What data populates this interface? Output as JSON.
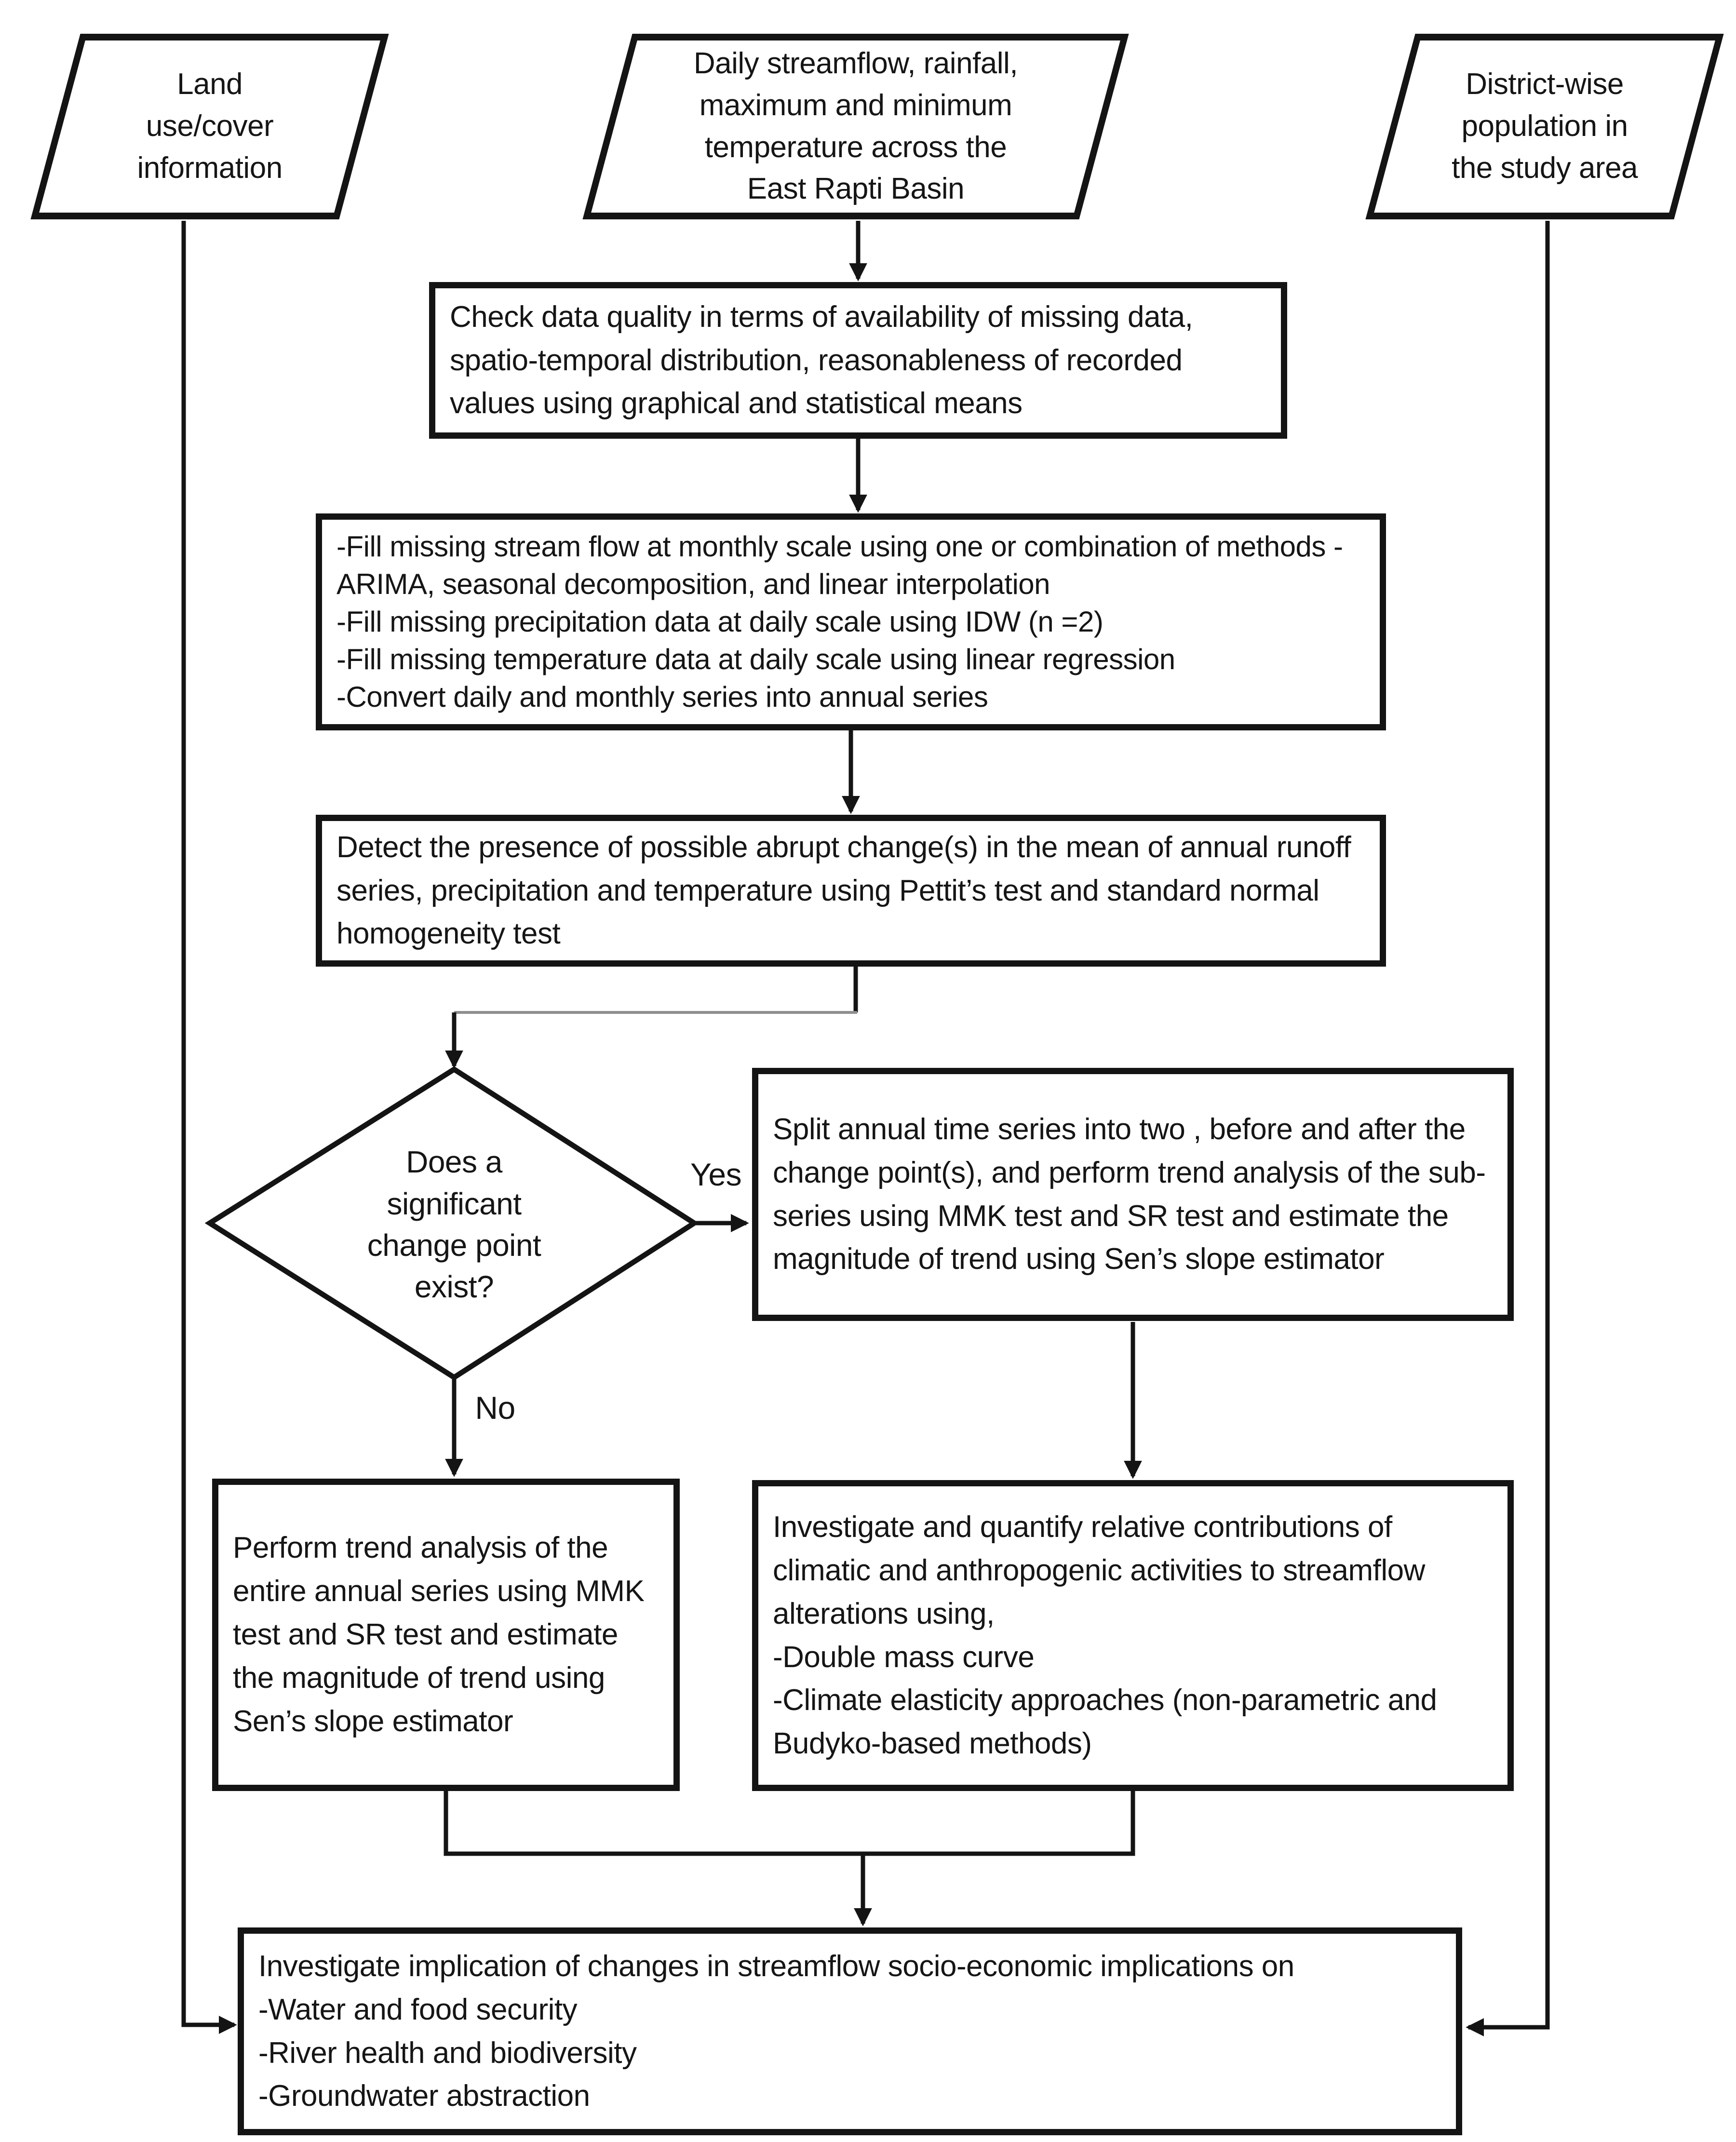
{
  "diagram": {
    "inputs": {
      "land_use": [
        "Land",
        "use/cover",
        "information"
      ],
      "climate_data": [
        "Daily streamflow, rainfall,",
        "maximum and minimum",
        "temperature across the",
        "East Rapti Basin"
      ],
      "population": [
        "District-wise",
        "population in",
        "the study area"
      ]
    },
    "steps": {
      "quality_check": "Check data quality in terms of availability of missing data, spatio-temporal distribution, reasonableness of recorded values using graphical and statistical means",
      "gap_filling": [
        "-Fill missing stream flow at monthly scale using one or combination of methods - ARIMA, seasonal decomposition, and linear interpolation",
        "-Fill missing precipitation data at daily scale using IDW (n =2)",
        "-Fill missing temperature data at daily scale using linear regression",
        "-Convert daily and monthly series into annual series"
      ],
      "change_detection": "Detect the presence of possible abrupt change(s) in the mean of annual runoff series, precipitation and temperature using Pettit’s test and standard normal homogeneity test"
    },
    "decision": {
      "question": [
        "Does a",
        "significant",
        "change point",
        "exist?"
      ],
      "yes_label": "Yes",
      "no_label": "No"
    },
    "branches": {
      "split_series": "Split annual time series into two , before and after the change point(s), and perform trend analysis of the sub-series using MMK test and SR test and estimate the magnitude of trend using Sen’s slope estimator",
      "trend_full_series": "Perform trend analysis of the entire annual series using MMK test and SR test and estimate the magnitude of trend using Sen’s slope estimator",
      "attribution": [
        "Investigate and quantify relative contributions of climatic and anthropogenic activities to streamflow alterations using,",
        "-Double mass curve",
        "-Climate elasticity approaches (non-parametric and Budyko-based methods)"
      ]
    },
    "implications": [
      "Investigate implication of changes in streamflow socio-economic implications on",
      "-Water and food security",
      "-River health and biodiversity",
      "-Groundwater abstraction"
    ],
    "colors": {
      "stroke": "#141414",
      "muted_connector": "#8f8f8f",
      "text": "#151515",
      "background": "#ffffff"
    }
  }
}
